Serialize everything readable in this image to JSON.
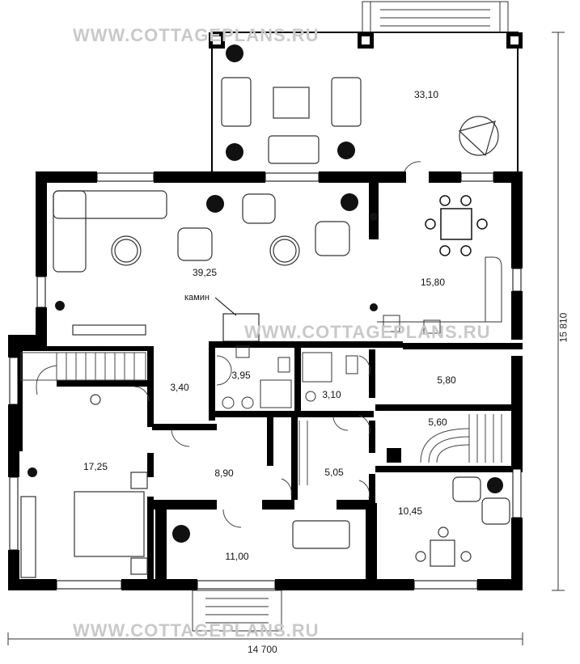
{
  "watermarks": [
    "WWW.COTTAGEPLANS.RU",
    "WWW.COTTAGEPLANS.RU",
    "WWW.COTTAGEPLANS.RU"
  ],
  "rooms": [
    {
      "id": "terrace",
      "area": "33,10"
    },
    {
      "id": "living",
      "area": "39,25"
    },
    {
      "id": "dining",
      "area": "15,80"
    },
    {
      "id": "hall",
      "area": "3,40"
    },
    {
      "id": "bath-a",
      "area": "3,95"
    },
    {
      "id": "bath-b",
      "area": "3,10"
    },
    {
      "id": "room-580",
      "area": "5,80"
    },
    {
      "id": "sauna",
      "area": "5,60"
    },
    {
      "id": "bedroom",
      "area": "17,25"
    },
    {
      "id": "corridor",
      "area": "8,90"
    },
    {
      "id": "corridor-b",
      "area": "5,05"
    },
    {
      "id": "rest-room",
      "area": "10,45"
    },
    {
      "id": "entry",
      "area": "11,00"
    }
  ],
  "labels": {
    "fireplace": "камин"
  },
  "dimensions": {
    "width": "14 700",
    "height": "15 810"
  }
}
